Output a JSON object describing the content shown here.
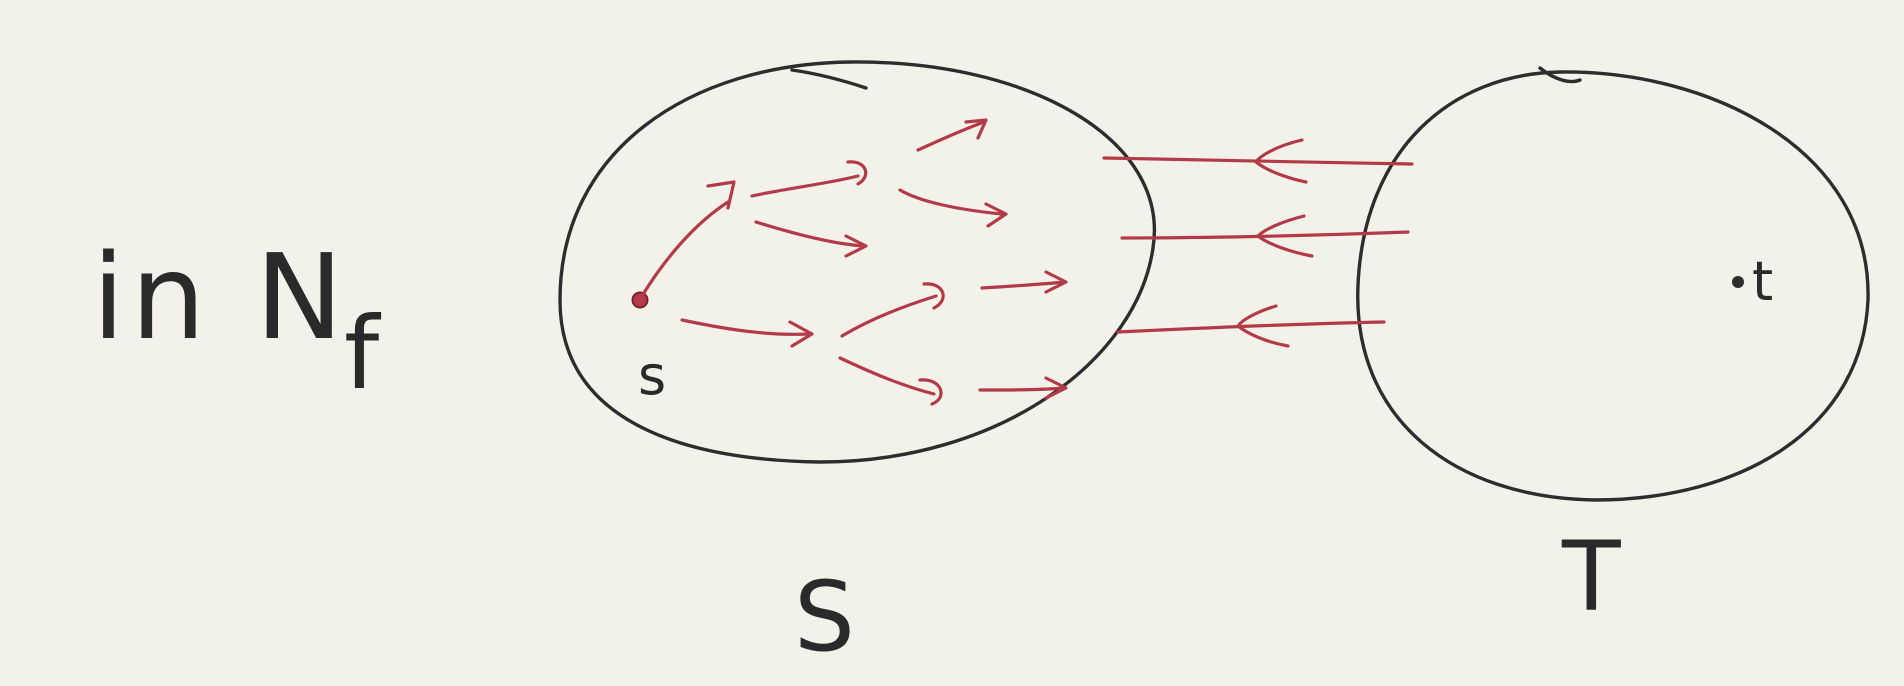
{
  "title": "in N",
  "title_subscript": "f",
  "source_label": "s",
  "sink_label": "t",
  "left_set_label": "S",
  "right_set_label": "T",
  "colors": {
    "ink": "#2d2d2d",
    "flow": "#b33b48",
    "background": "#f3f2ea"
  }
}
